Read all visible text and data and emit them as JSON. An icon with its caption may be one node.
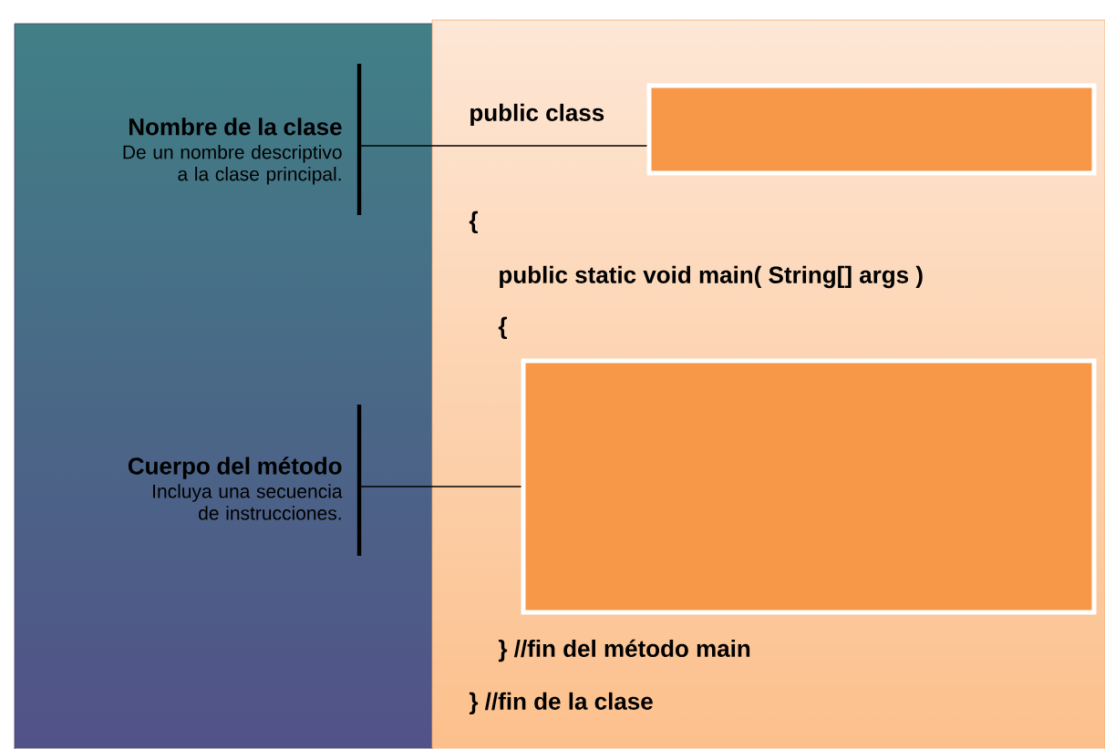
{
  "diagram": {
    "nodes": [
      {
        "text": [
          "Nombre de la clase",
          "De un nombre descriptivo a la clase principal."
        ]
      },
      {
        "text": [
          "Cuerpo del método",
          "Incluya una secuencia de instrucciones."
        ]
      },
      {
        "text": [],
        "shape": "box"
      },
      {
        "text": [],
        "shape": "box"
      }
    ],
    "edges": [
      {
        "from": 0,
        "to": 2,
        "arrow": "none"
      },
      {
        "from": 1,
        "to": 3,
        "arrow": "none"
      }
    ],
    "labels": [
      "public class",
      "{",
      "public static void main( String[] args )",
      "{",
      "} //fin del método main",
      "} //fin de la clase"
    ]
  }
}
